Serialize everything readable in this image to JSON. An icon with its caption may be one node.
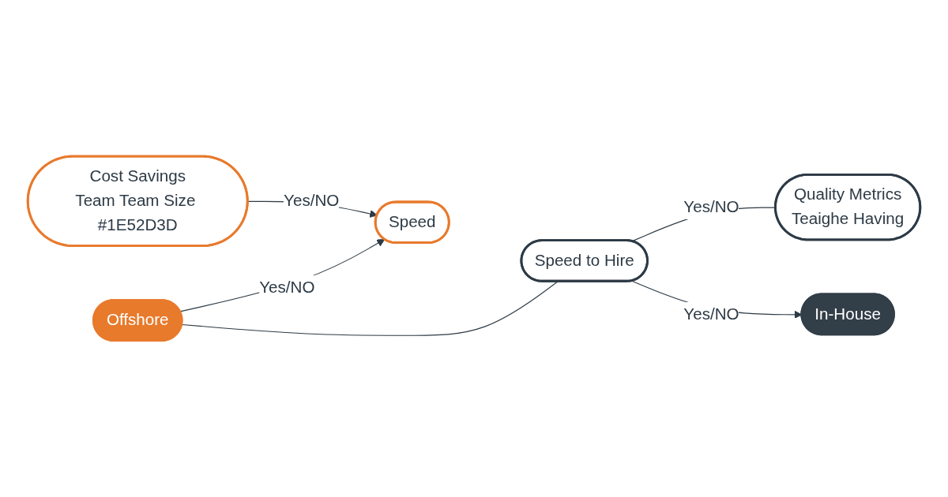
{
  "diagram": {
    "nodes": [
      {
        "text": [
          "Cost Savings",
          "Team Team Size #1E52D3D"
        ]
      },
      {
        "text": [
          "Quality Metrics",
          "Teaighe Having"
        ]
      },
      {
        "text": [
          "Speed"
        ]
      },
      {
        "text": [
          "Speed to Hire"
        ]
      },
      {
        "text": [
          "Offshore"
        ]
      },
      {
        "text": [
          "In-House"
        ]
      }
    ],
    "edges": [
      {
        "from": 0,
        "to": 2,
        "arrow": "to",
        "label": "Yes/NO"
      },
      {
        "from": 4,
        "to": 2,
        "arrow": "to",
        "label": "Yes/NO"
      },
      {
        "from": 4,
        "to": 3,
        "arrow": "none"
      },
      {
        "from": 3,
        "to": 1,
        "arrow": "none",
        "label": "Yes/NO"
      },
      {
        "from": 3,
        "to": 5,
        "arrow": "to",
        "label": "Yes/NO"
      }
    ]
  }
}
